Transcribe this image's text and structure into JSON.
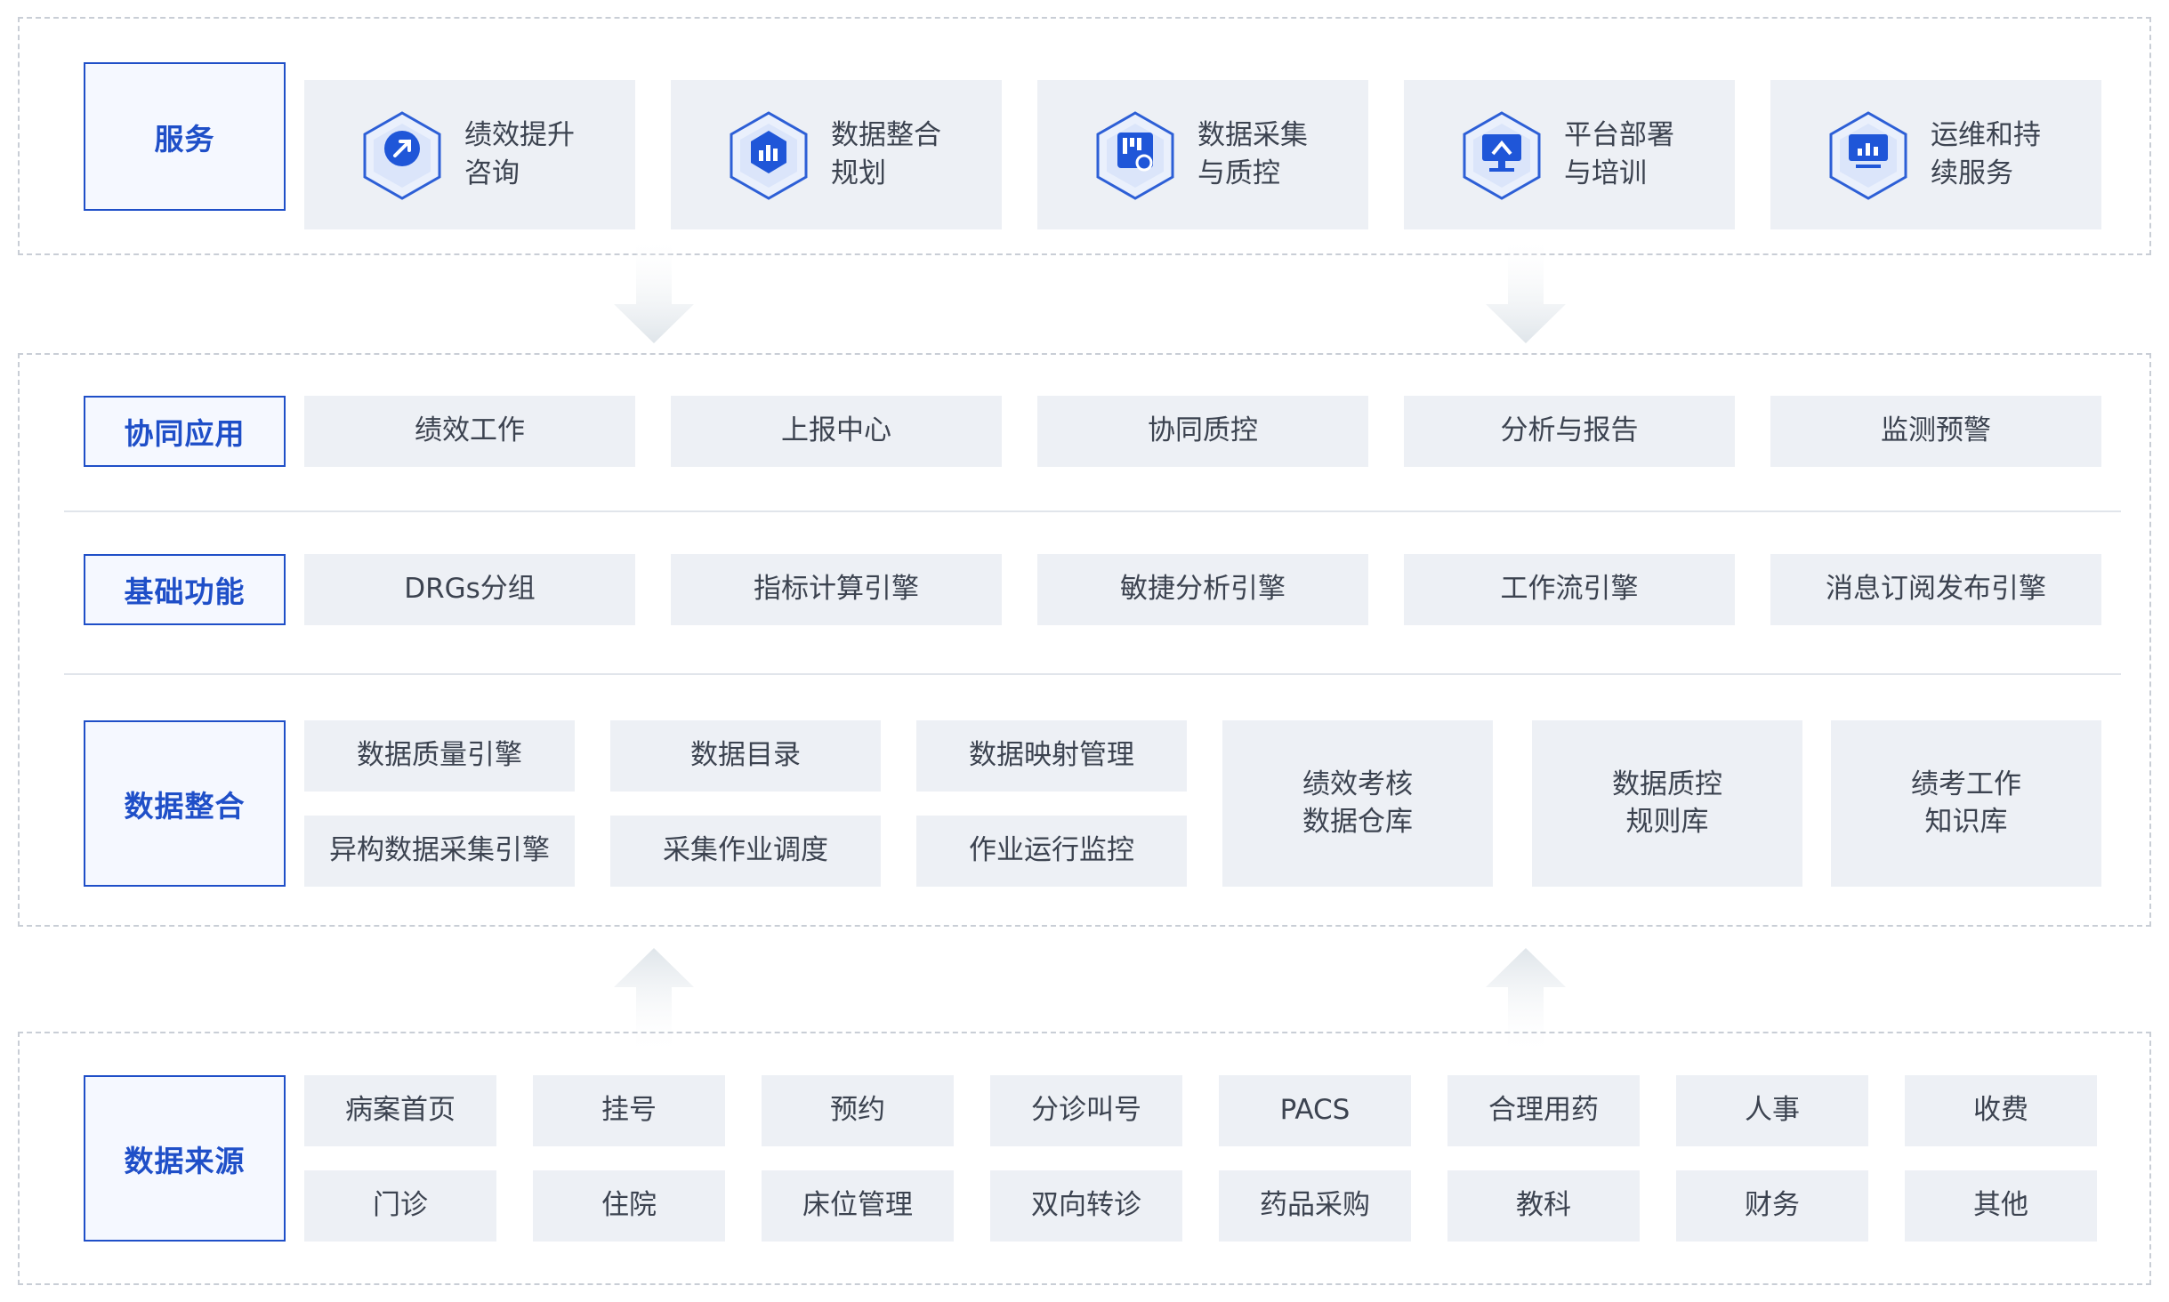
{
  "colors": {
    "accent": "#1f4fc8",
    "cell_bg": "#edf0f5",
    "label_bg": "#f5f8ff",
    "dash": "#c9ced6"
  },
  "services": {
    "label": "服务",
    "items": [
      {
        "line1": "绩效提升",
        "line2": "咨询",
        "icon": "performance-consult-icon"
      },
      {
        "line1": "数据整合",
        "line2": "规划",
        "icon": "data-integration-icon"
      },
      {
        "line1": "数据采集",
        "line2": "与质控",
        "icon": "data-collection-icon"
      },
      {
        "line1": "平台部署",
        "line2": "与培训",
        "icon": "platform-deploy-icon"
      },
      {
        "line1": "运维和持",
        "line2": "续服务",
        "icon": "ops-service-icon"
      }
    ]
  },
  "collab": {
    "label": "协同应用",
    "items": [
      "绩效工作",
      "上报中心",
      "协同质控",
      "分析与报告",
      "监测预警"
    ]
  },
  "basic": {
    "label": "基础功能",
    "items": [
      "DRGs分组",
      "指标计算引擎",
      "敏捷分析引擎",
      "工作流引擎",
      "消息订阅发布引擎"
    ]
  },
  "integration": {
    "label": "数据整合",
    "grid_top": [
      "数据质量引擎",
      "数据目录",
      "数据映射管理"
    ],
    "grid_bottom": [
      "异构数据采集引擎",
      "采集作业调度",
      "作业运行监控"
    ],
    "large": [
      {
        "line1": "绩效考核",
        "line2": "数据仓库"
      },
      {
        "line1": "数据质控",
        "line2": "规则库"
      },
      {
        "line1": "绩考工作",
        "line2": "知识库"
      }
    ]
  },
  "sources": {
    "label": "数据来源",
    "row1": [
      "病案首页",
      "挂号",
      "预约",
      "分诊叫号",
      "PACS",
      "合理用药",
      "人事",
      "收费"
    ],
    "row2": [
      "门诊",
      "住院",
      "床位管理",
      "双向转诊",
      "药品采购",
      "教科",
      "财务",
      "其他"
    ]
  }
}
